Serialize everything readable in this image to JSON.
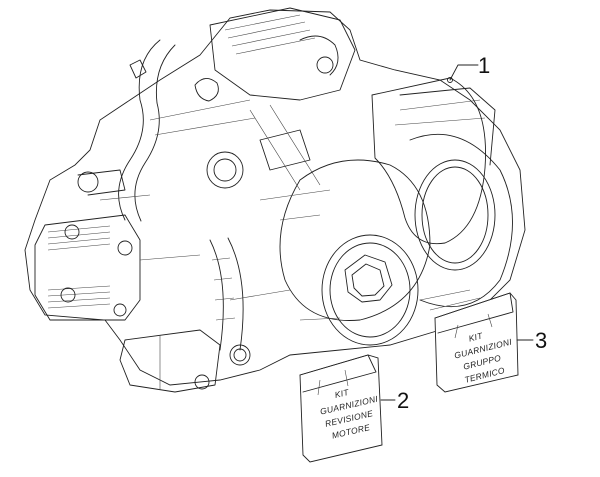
{
  "diagram": {
    "type": "exploded parts diagram",
    "subject": "engine assembly",
    "callouts": [
      {
        "number": "1",
        "part": "engine"
      },
      {
        "number": "2",
        "part": "gasket kit bag",
        "label_lines": [
          "KIT",
          "GUARNIZIONI",
          "REVISIONE",
          "MOTORE"
        ]
      },
      {
        "number": "3",
        "part": "gasket kit bag",
        "label_lines": [
          "KIT",
          "GUARNIZIONI",
          "GRUPPO",
          "TERMICO"
        ]
      }
    ]
  }
}
